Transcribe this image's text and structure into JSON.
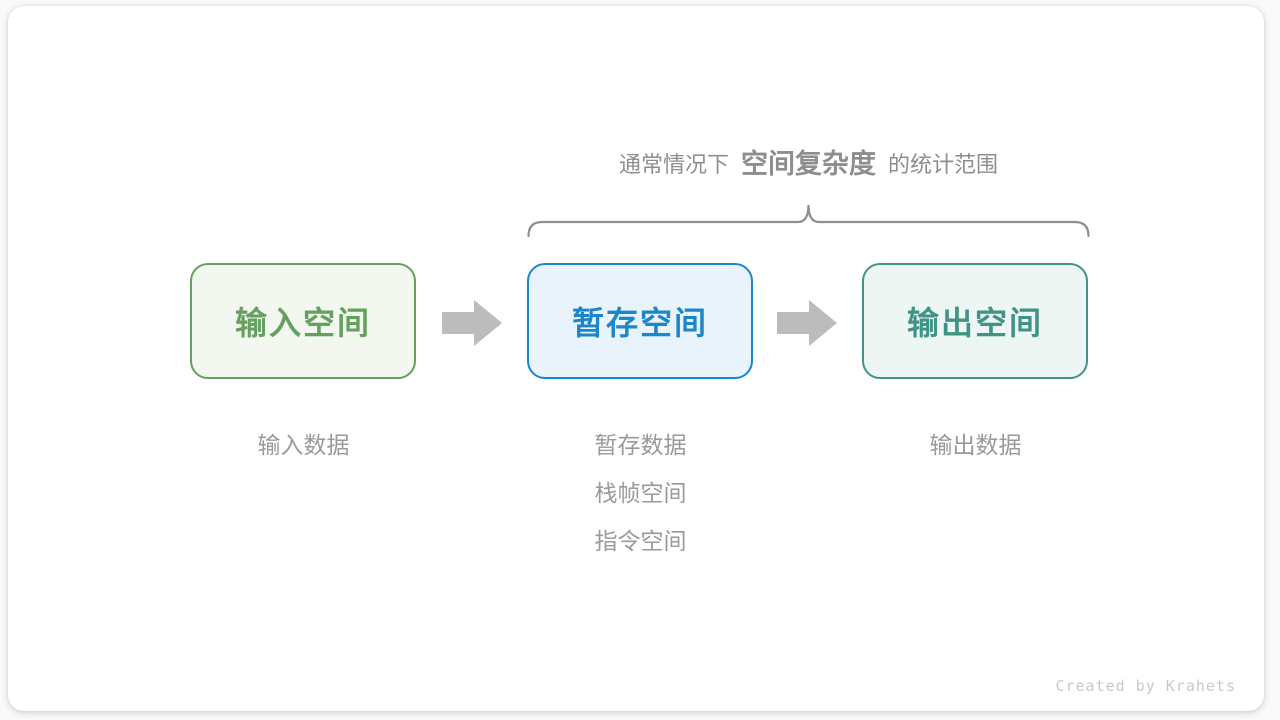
{
  "diagram": {
    "title": {
      "prefix": "通常情况下",
      "highlight": "空间复杂度",
      "suffix": "的统计范围"
    },
    "boxes": [
      {
        "id": "input-space",
        "label": "输入空间",
        "border_color": "#64a05e",
        "fill_color": "#f2f8f0",
        "notes": [
          "输入数据"
        ]
      },
      {
        "id": "temporary-space",
        "label": "暂存空间",
        "border_color": "#1c86ca",
        "fill_color": "#e9f3fc",
        "notes": [
          "暂存数据",
          "栈帧空间",
          "指令空间"
        ]
      },
      {
        "id": "output-space",
        "label": "输出空间",
        "border_color": "#3e9486",
        "fill_color": "#eef6f4",
        "notes": [
          "输出数据"
        ]
      }
    ],
    "arrow_color": "#bcbcbc",
    "brace_color": "#8e8e8e",
    "note_text_color": "#9a9a9a",
    "credit": "Created by Krahets"
  }
}
